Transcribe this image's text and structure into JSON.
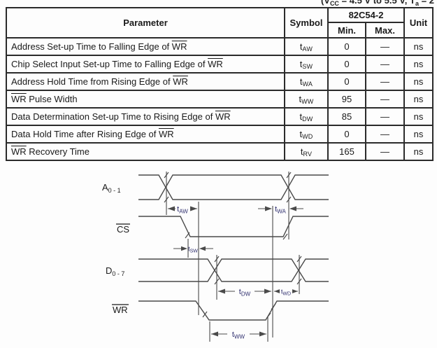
{
  "condition": {
    "p1": "(V",
    "sub1": "CC",
    "p2": " = 4.5 V to 5.5 V, T",
    "sub2": "a",
    "p3": " = 2"
  },
  "table": {
    "header": {
      "parameter": "Parameter",
      "symbol": "Symbol",
      "device": "82C54-2",
      "min": "Min.",
      "max": "Max.",
      "unit": "Unit"
    },
    "rows": [
      {
        "pre": "Address Set-up Time to Falling Edge of ",
        "ov": "WR",
        "post": "",
        "sym_base": "t",
        "sym_sub": "AW",
        "min": "0",
        "max": "—",
        "unit": "ns"
      },
      {
        "pre": "Chip Select Input Set-up Time to Falling Edge of ",
        "ov": "WR",
        "post": "",
        "sym_base": "t",
        "sym_sub": "SW",
        "min": "0",
        "max": "—",
        "unit": "ns"
      },
      {
        "pre": "Address Hold Time from Rising Edge of ",
        "ov": "WR",
        "post": "",
        "sym_base": "t",
        "sym_sub": "WA",
        "min": "0",
        "max": "—",
        "unit": "ns"
      },
      {
        "pre": "",
        "ov": "WR",
        "post": " Pulse Width",
        "sym_base": "t",
        "sym_sub": "WW",
        "min": "95",
        "max": "—",
        "unit": "ns"
      },
      {
        "pre": "Data Determination Set-up Time to Rising Edge of ",
        "ov": "WR",
        "post": "",
        "sym_base": "t",
        "sym_sub": "DW",
        "min": "85",
        "max": "—",
        "unit": "ns"
      },
      {
        "pre": "Data Hold Time after Rising Edge of ",
        "ov": "WR",
        "post": "",
        "sym_base": "t",
        "sym_sub": "WD",
        "min": "0",
        "max": "—",
        "unit": "ns"
      },
      {
        "pre": "",
        "ov": "WR",
        "post": " Recovery Time",
        "sym_base": "t",
        "sym_sub": "RV",
        "min": "165",
        "max": "—",
        "unit": "ns"
      }
    ]
  },
  "diagram": {
    "signals": {
      "a": {
        "base": "A",
        "sub": "0 - 1"
      },
      "cs": {
        "label": "CS"
      },
      "d": {
        "base": "D",
        "sub": "0 - 7"
      },
      "wr": {
        "label": "WR"
      }
    },
    "timings": {
      "taw": {
        "base": "t",
        "sub": "AW"
      },
      "twa": {
        "base": "t",
        "sub": "WA"
      },
      "tsw": {
        "base": "t",
        "sub": "SW"
      },
      "tdw": {
        "base": "t",
        "sub": "DW"
      },
      "twd": {
        "base": "t",
        "sub": "WD"
      },
      "tww": {
        "base": "t",
        "sub": "WW"
      }
    },
    "colors": {
      "line": "#4a4a4a",
      "timing_label": "#2e2e6e",
      "signal_label": "#1a1a1a"
    }
  }
}
